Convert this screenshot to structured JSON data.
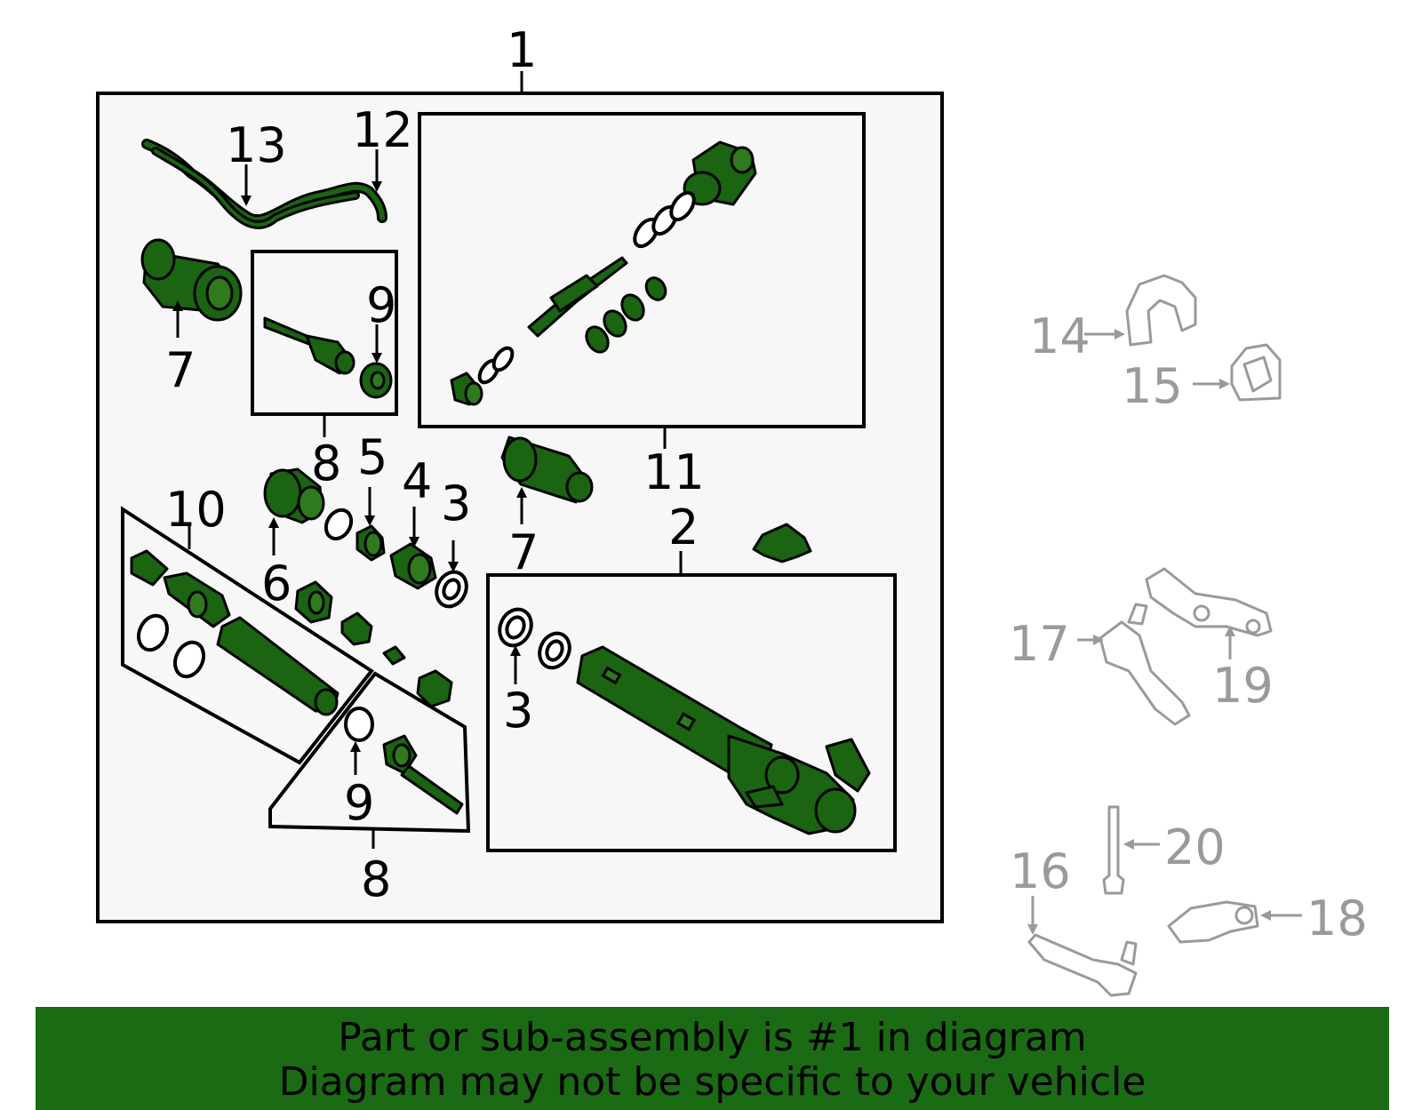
{
  "callouts": {
    "c1": "1",
    "c2": "2",
    "c3a": "3",
    "c3b": "3",
    "c4": "4",
    "c5": "5",
    "c6": "6",
    "c7a": "7",
    "c7b": "7",
    "c8a": "8",
    "c8b": "8",
    "c9a": "9",
    "c9b": "9",
    "c10": "10",
    "c11": "11",
    "c12": "12",
    "c13": "13",
    "c14": "14",
    "c15": "15",
    "c16": "16",
    "c17": "17",
    "c18": "18",
    "c19": "19",
    "c20": "20"
  },
  "colors": {
    "part_green": "#1a6412",
    "banner_green": "#1b6a14",
    "ghost_grey": "#9a9a9a",
    "panel_bg": "#f7f7f7"
  },
  "banner": {
    "line1": "Part or sub-assembly is #1 in diagram",
    "line2": "Diagram may not be specific to your vehicle"
  }
}
